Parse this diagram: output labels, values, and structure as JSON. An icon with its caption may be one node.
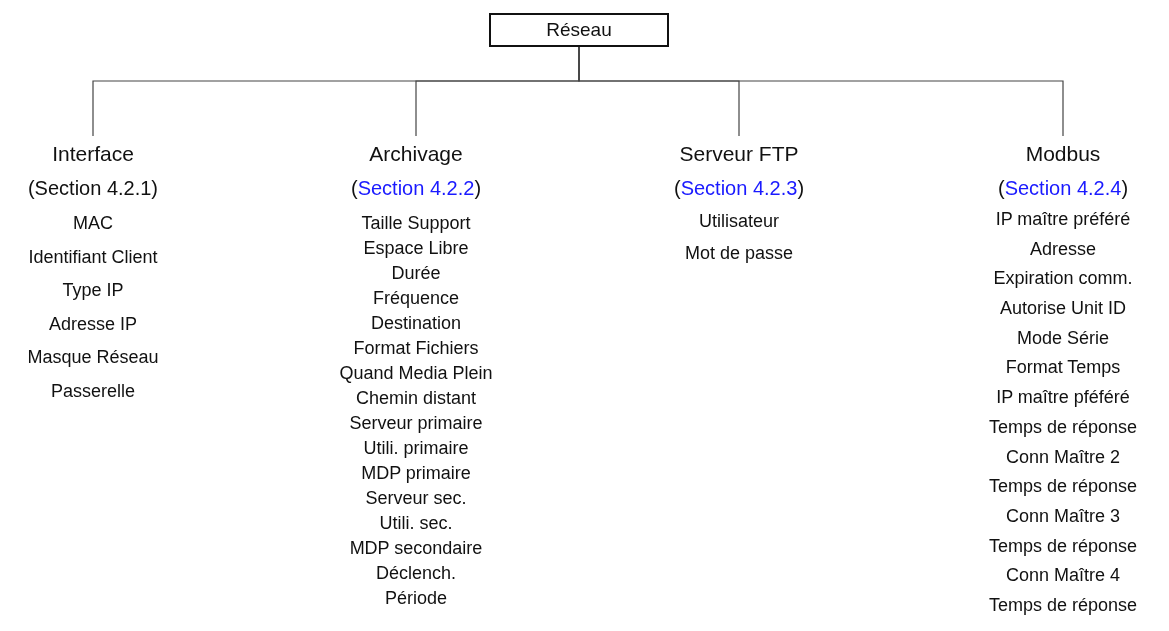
{
  "diagram": {
    "nodes": [
      {
        "text": [
          "Réseau"
        ]
      },
      {
        "text": [
          "Interface",
          "(Section 4.2.1)",
          "MAC",
          "Identifiant Client",
          "Type IP",
          "Adresse IP",
          "Masque Réseau",
          "Passerelle"
        ]
      },
      {
        "text": [
          "Archivage",
          "(Section 4.2.2)",
          "Taille Support",
          "Espace Libre",
          "Durée",
          "Fréquence",
          "Destination",
          "Format Fichiers",
          "Quand Media Plein",
          "Chemin distant",
          "Serveur primaire",
          "Utili. primaire",
          "MDP primaire",
          "Serveur sec.",
          "Utili. sec.",
          "MDP secondaire",
          "Déclench.",
          "Période"
        ]
      },
      {
        "text": [
          "Serveur FTP",
          "(Section 4.2.3)",
          "Utilisateur",
          "Mot de passe"
        ]
      },
      {
        "text": [
          "Modbus",
          "(Section 4.2.4)",
          "IP maître préféré",
          "Adresse",
          "Expiration comm.",
          "Autorise Unit ID",
          "Mode Série",
          "Format Temps",
          "IP maître pféféré",
          "Temps de réponse",
          "Conn Maître 2",
          "Temps de réponse",
          "Conn Maître 3",
          "Temps de réponse",
          "Conn Maître 4",
          "Temps de réponse"
        ]
      }
    ],
    "edges": [
      {
        "from": 0,
        "to": 1,
        "arrow": "none"
      },
      {
        "from": 0,
        "to": 2,
        "arrow": "none"
      },
      {
        "from": 0,
        "to": 3,
        "arrow": "none"
      },
      {
        "from": 0,
        "to": 4,
        "arrow": "none"
      }
    ]
  }
}
